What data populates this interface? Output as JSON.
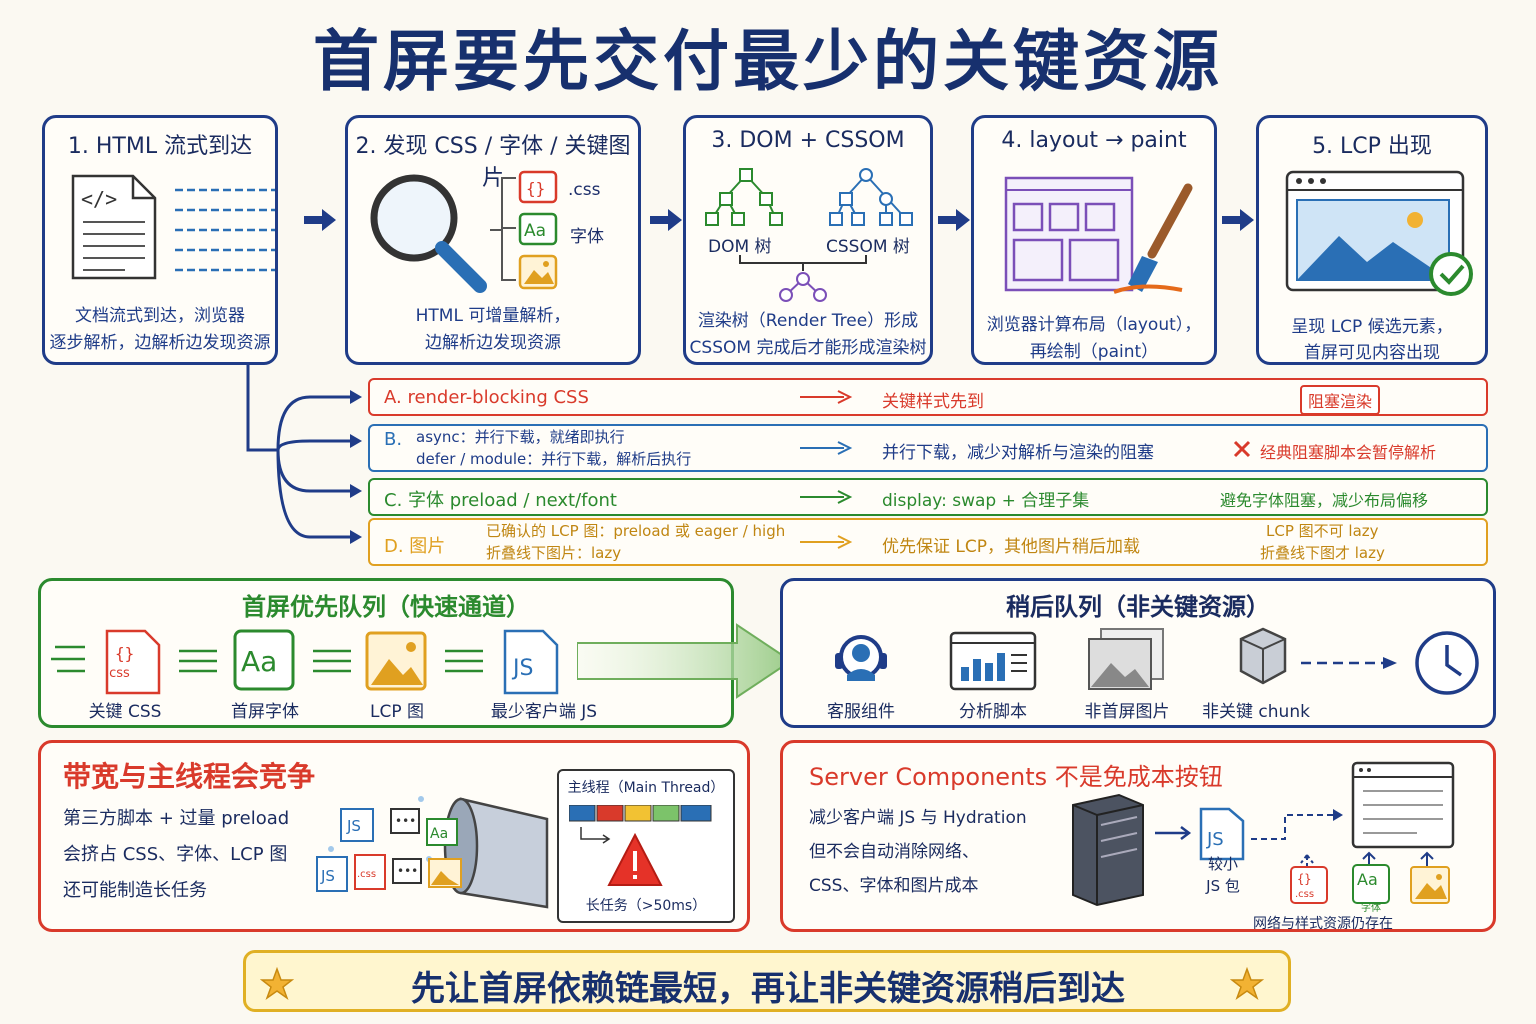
{
  "title": "首屏要先交付最少的关键资源",
  "steps": [
    {
      "title": "1. HTML 流式到达",
      "desc1": "文档流式到达，浏览器",
      "desc2": "逐步解析，边解析边发现资源"
    },
    {
      "title": "2. 发现 CSS / 字体 / 关键图片",
      "desc1": "HTML 可增量解析，",
      "desc2": "边解析边发现资源",
      "css_label": ".css",
      "font_label": "字体"
    },
    {
      "title": "3. DOM + CSSOM",
      "dom_label": "DOM 树",
      "cssom_label": "CSSOM 树",
      "desc1": "渲染树（Render Tree）形成",
      "desc2": "CSSOM 完成后才能形成渲染树"
    },
    {
      "title": "4. layout → paint",
      "desc1": "浏览器计算布局（layout），",
      "desc2": "再绘制（paint）"
    },
    {
      "title": "5. LCP 出现",
      "desc1": "呈现 LCP 候选元素，",
      "desc2": "首屏可见内容出现"
    }
  ],
  "rows": {
    "a": {
      "label": "A. render-blocking CSS",
      "mid": "关键样式先到",
      "badge": "阻塞渲染",
      "color": "#d93a2b"
    },
    "b": {
      "label": "B.",
      "line1": "async：并行下载，就绪即执行",
      "line2": "defer / module：并行下载，解析后执行",
      "mid": "并行下载，减少对解析与渲染的阻塞",
      "warn": "经典阻塞脚本会暂停解析",
      "color": "#2a6fb5"
    },
    "c": {
      "label": "C. 字体 preload / next/font",
      "mid": "display: swap + 合理子集",
      "right": "避免字体阻塞，减少布局偏移",
      "color": "#2b8a2e"
    },
    "d": {
      "label": "D. 图片",
      "line1": "已确认的 LCP 图：preload 或 eager / high",
      "line2": "折叠线下图片：lazy",
      "mid": "优先保证 LCP，其他图片稍后加载",
      "right1": "LCP 图不可 lazy",
      "right2": "折叠线下图才 lazy",
      "color": "#e0a020"
    }
  },
  "priority": {
    "title": "首屏优先队列（快速通道）",
    "items": [
      "关键 CSS",
      "首屏字体",
      "LCP 图",
      "最少客户端 JS"
    ],
    "css_icon": ".css"
  },
  "later": {
    "title": "稍后队列（非关键资源）",
    "items": [
      "客服组件",
      "分析脚本",
      "非首屏图片",
      "非关键 chunk"
    ]
  },
  "bandwidth": {
    "title": "带宽与主线程会竞争",
    "lines": [
      "第三方脚本 + 过量 preload",
      "会挤占 CSS、字体、LCP 图",
      "还可能制造长任务"
    ],
    "thread_title": "主线程（Main Thread）",
    "long_task": "长任务（>50ms）"
  },
  "server": {
    "title": "Server Components 不是免成本按钮",
    "lines": [
      "减少客户端 JS 与 Hydration",
      "但不会自动消除网络、",
      "CSS、字体和图片成本"
    ],
    "small_js1": "较小",
    "small_js2": "JS 包",
    "footnote": "网络与样式资源仍存在",
    "font_small": "字体"
  },
  "footer": "先让首屏依赖链最短，再让非关键资源稍后到达",
  "colors": {
    "navy": "#1f3c88",
    "red": "#d93a2b",
    "green": "#2b8a2e",
    "blue": "#2a6fb5",
    "yellow": "#e0a020"
  }
}
